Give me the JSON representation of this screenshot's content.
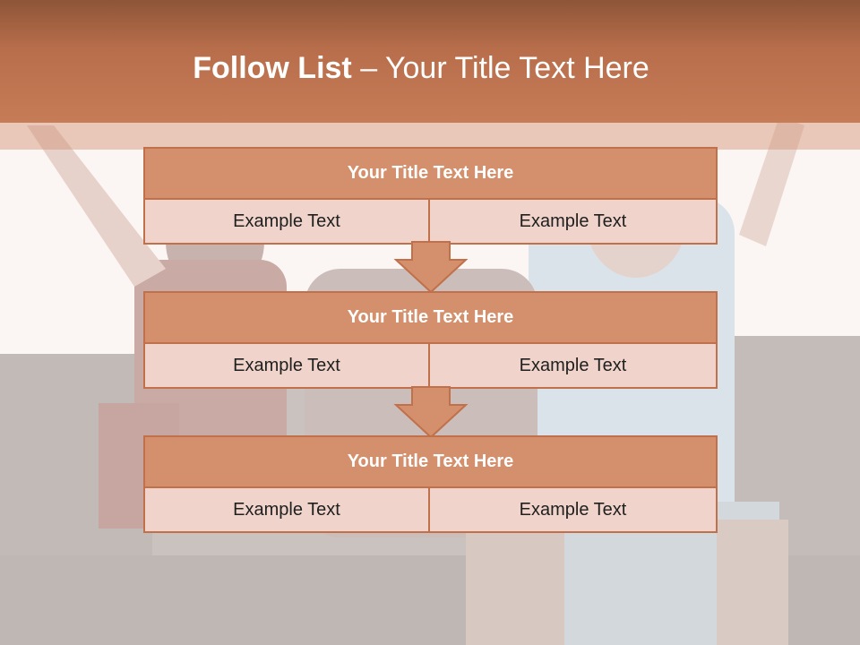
{
  "header": {
    "title_main": "Follow List",
    "title_rest": "  – Your Title Text Here"
  },
  "blocks": [
    {
      "title": "Your Title Text Here",
      "left_text": "Example Text",
      "right_text": "Example Text"
    },
    {
      "title": "Your Title Text Here",
      "left_text": "Example Text",
      "right_text": "Example Text"
    },
    {
      "title": "Your Title Text Here",
      "left_text": "Example Text",
      "right_text": "Example Text"
    }
  ],
  "colors": {
    "header_band": "#c67c56",
    "box_fill": "#d4906c",
    "cell_fill": "#f0d4cb",
    "border": "#c0704a",
    "arrow_fill": "#d4906c"
  }
}
